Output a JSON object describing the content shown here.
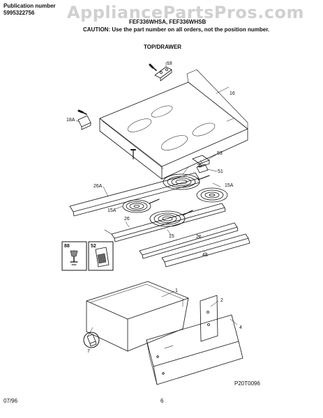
{
  "header": {
    "publication_label": "Publication number",
    "publication_number": "5995322756",
    "models": "FEF336WHSA, FEF336WHSB",
    "caution": "CAUTION: Use the part number on all orders, not the position number.",
    "section_title": "TOP/DRAWER"
  },
  "watermark": "AppliancePartsPros.com",
  "callouts": {
    "c18": "18",
    "c18a": "18A",
    "c16": "16",
    "c53": "53",
    "c15_top": "15",
    "c51": "51",
    "c26a": "26A",
    "c15a_right": "15A",
    "c15a_left": "15A",
    "c26_left": "26",
    "c15_mid": "15",
    "c26_right": "26",
    "c48": "48",
    "c88": "88",
    "c52": "52",
    "c1": "1",
    "c2": "2",
    "c4": "4",
    "c7": "7"
  },
  "footer": {
    "figure_code": "P20T0096",
    "date": "07/96",
    "page": "6"
  }
}
